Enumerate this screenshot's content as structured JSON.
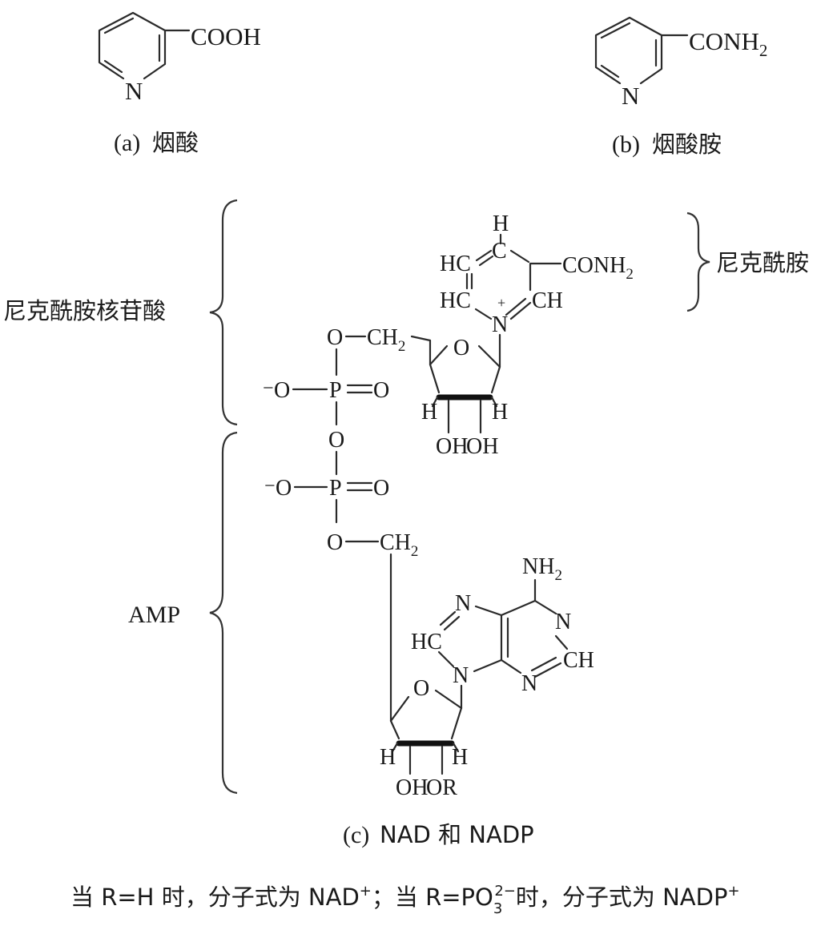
{
  "nicotinic_acid": {
    "substituent": "COOH",
    "ring_n": "N",
    "caption_label": "(a)",
    "caption_name": "烟酸"
  },
  "nicotinamide": {
    "substituent": "CONH",
    "sub": "2",
    "ring_n": "N",
    "caption_label": "(b)",
    "caption_name": "烟酸胺"
  },
  "nad": {
    "brace_nmn_label": "尼克酰胺核苷酸",
    "brace_nicotinamide_label": "尼克酰胺",
    "brace_amp_label": "AMP",
    "pyridinium": {
      "top_c": "C",
      "top_h": "H",
      "hc_upper": "HC",
      "hc_lower": "HC",
      "ch_right": "CH",
      "n_plus": "N",
      "plus": "+",
      "conh2": "CONH",
      "sub": "2"
    },
    "phosphate": {
      "o_ch2_upper": "O",
      "ch2_upper": "CH",
      "ch2_upper_sub": "2",
      "o_minus_upper": "O",
      "minus_upper": "−",
      "p_upper": "P",
      "o_double_upper": "O",
      "bridge_o": "O",
      "o_minus_lower": "O",
      "minus_lower": "−",
      "p_lower": "P",
      "o_double_lower": "O",
      "o_ch2_lower": "O",
      "ch2_lower": "CH",
      "ch2_lower_sub": "2"
    },
    "ribose_upper": {
      "ring_o": "O",
      "h_left": "H",
      "h_right": "H",
      "oh_left": "OH",
      "oh_right": "OH"
    },
    "adenine": {
      "nh2": "NH",
      "nh2_sub": "2",
      "n7": "N",
      "n1": "N",
      "hc8": "HC",
      "n9": "N",
      "n3": "N",
      "ch2": "CH"
    },
    "ribose_lower": {
      "ring_o": "O",
      "h_left": "H",
      "h_right": "H",
      "oh": "OH",
      "or": "OR"
    },
    "caption_label": "(c)",
    "caption_name": "NAD 和 NADP"
  },
  "footnote": {
    "part1_prefix": "当 R=H 时，分子式为 NAD",
    "part1_sup": "+",
    "part2_prefix": "；当 R=PO",
    "part2_sub": "3",
    "part2_sup": "2−",
    "part2_suffix": "时，分子式为 NADP",
    "part2_sup_end": "+"
  }
}
